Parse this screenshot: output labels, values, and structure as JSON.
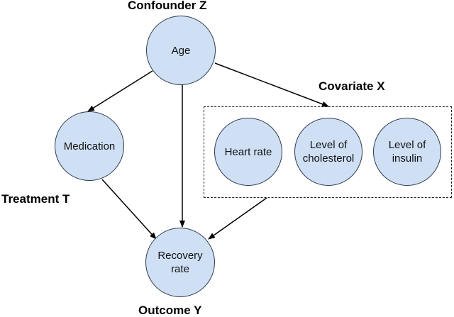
{
  "colors": {
    "node_fill": "#cfe0f5",
    "node_border": "#2f3b4c",
    "edge": "#000000"
  },
  "nodes": {
    "age": "Age",
    "medication": "Medication",
    "recovery": "Recovery\nrate",
    "heart_rate": "Heart rate",
    "cholesterol": "Level of\ncholesterol",
    "insulin": "Level of\ninsulin"
  },
  "labels": {
    "confounder": "Confounder Z",
    "covariate": "Covariate X",
    "treatment": "Treatment T",
    "outcome": "Outcome Y"
  },
  "edges": [
    {
      "from": "age",
      "to": "medication"
    },
    {
      "from": "age",
      "to": "recovery"
    },
    {
      "from": "age",
      "to": "covariate_group"
    },
    {
      "from": "medication",
      "to": "recovery"
    },
    {
      "from": "covariate_group",
      "to": "recovery"
    }
  ]
}
